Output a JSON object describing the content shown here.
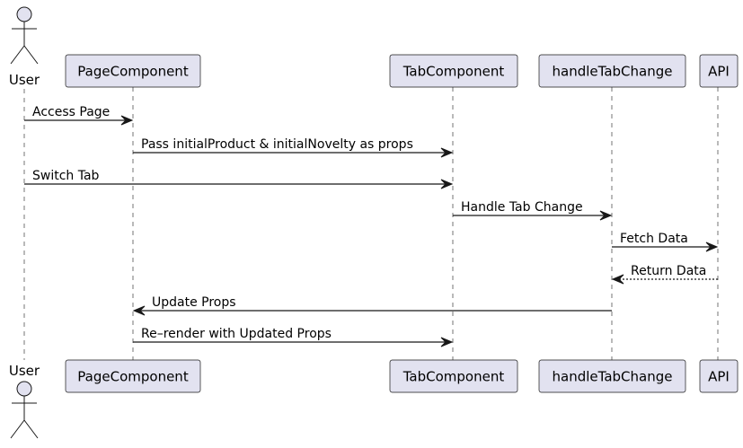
{
  "participants": [
    {
      "id": "user",
      "label": "User",
      "kind": "actor"
    },
    {
      "id": "page",
      "label": "PageComponent",
      "kind": "participant"
    },
    {
      "id": "tab",
      "label": "TabComponent",
      "kind": "participant"
    },
    {
      "id": "handle",
      "label": "handleTabChange",
      "kind": "participant"
    },
    {
      "id": "api",
      "label": "API",
      "kind": "participant"
    }
  ],
  "messages": [
    {
      "from": "user",
      "to": "page",
      "label": "Access Page",
      "style": "solid"
    },
    {
      "from": "page",
      "to": "tab",
      "label": "Pass initialProduct & initialNovelty as props",
      "style": "solid"
    },
    {
      "from": "user",
      "to": "tab",
      "label": "Switch Tab",
      "style": "solid"
    },
    {
      "from": "tab",
      "to": "handle",
      "label": "Handle Tab Change",
      "style": "solid"
    },
    {
      "from": "handle",
      "to": "api",
      "label": "Fetch Data",
      "style": "solid"
    },
    {
      "from": "api",
      "to": "handle",
      "label": "Return Data",
      "style": "dashed"
    },
    {
      "from": "handle",
      "to": "page",
      "label": "Update Props",
      "style": "solid"
    },
    {
      "from": "page",
      "to": "tab",
      "label": "Re–render with Updated Props",
      "style": "solid"
    }
  ],
  "colors": {
    "participant_fill": "#e2e2f0",
    "line": "#181818",
    "background": "#ffffff"
  }
}
